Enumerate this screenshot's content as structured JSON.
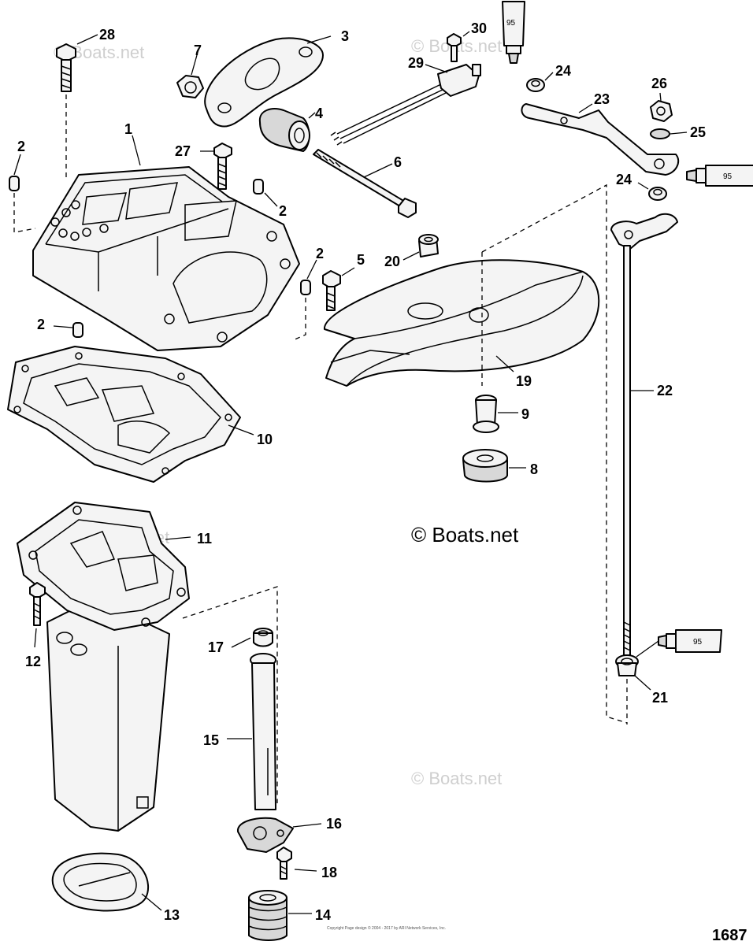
{
  "watermarks": {
    "main": "© Boats.net",
    "faint": "© Boats.net"
  },
  "figure_number": "1687",
  "copyright_note": "Copyright Page design © 2004 - 2017 by ARI Network Services, Inc.",
  "sealant_tube_label": "95",
  "callouts": {
    "c1": "1",
    "c2a": "2",
    "c2b": "2",
    "c2c": "2",
    "c2d": "2",
    "c3": "3",
    "c4": "4",
    "c5": "5",
    "c6": "6",
    "c7": "7",
    "c8": "8",
    "c9": "9",
    "c10": "10",
    "c11": "11",
    "c12": "12",
    "c13": "13",
    "c14": "14",
    "c15": "15",
    "c16": "16",
    "c17": "17",
    "c18": "18",
    "c19": "19",
    "c20": "20",
    "c21": "21",
    "c22": "22",
    "c23": "23",
    "c24a": "24",
    "c24b": "24",
    "c25": "25",
    "c26": "26",
    "c27": "27",
    "c28": "28",
    "c29": "29",
    "c30": "30"
  },
  "colors": {
    "line": "#000000",
    "part_fill": "#f4f4f4",
    "shade": "#d8d8d8",
    "watermark_faint": "#cfcfcf"
  }
}
